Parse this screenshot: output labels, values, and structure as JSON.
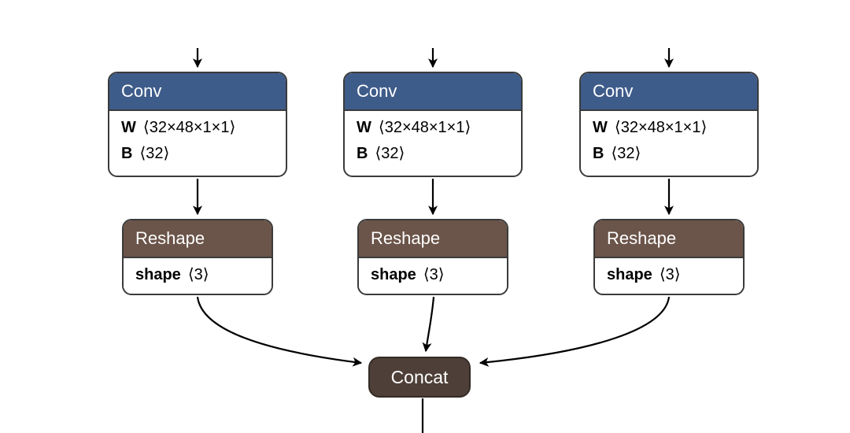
{
  "graph": {
    "columns": [
      {
        "conv": {
          "title": "Conv",
          "attrs": [
            {
              "name": "W",
              "value": "⟨32×48×1×1⟩"
            },
            {
              "name": "B",
              "value": "⟨32⟩"
            }
          ]
        },
        "reshape": {
          "title": "Reshape",
          "attrs": [
            {
              "name": "shape",
              "value": "⟨3⟩"
            }
          ]
        }
      },
      {
        "conv": {
          "title": "Conv",
          "attrs": [
            {
              "name": "W",
              "value": "⟨32×48×1×1⟩"
            },
            {
              "name": "B",
              "value": "⟨32⟩"
            }
          ]
        },
        "reshape": {
          "title": "Reshape",
          "attrs": [
            {
              "name": "shape",
              "value": "⟨3⟩"
            }
          ]
        }
      },
      {
        "conv": {
          "title": "Conv",
          "attrs": [
            {
              "name": "W",
              "value": "⟨32×48×1×1⟩"
            },
            {
              "name": "B",
              "value": "⟨32⟩"
            }
          ]
        },
        "reshape": {
          "title": "Reshape",
          "attrs": [
            {
              "name": "shape",
              "value": "⟨3⟩"
            }
          ]
        }
      }
    ],
    "concat": {
      "title": "Concat"
    }
  },
  "colors": {
    "conv_header": "#3e5c8a",
    "reshape_header": "#6b5449",
    "concat_fill": "#4e3f38",
    "node_border": "#3b3b3b",
    "edge": "#000000",
    "node_body_bg": "#ffffff",
    "header_text": "#ffffff",
    "body_text": "#000000",
    "background": "#ffffff"
  }
}
